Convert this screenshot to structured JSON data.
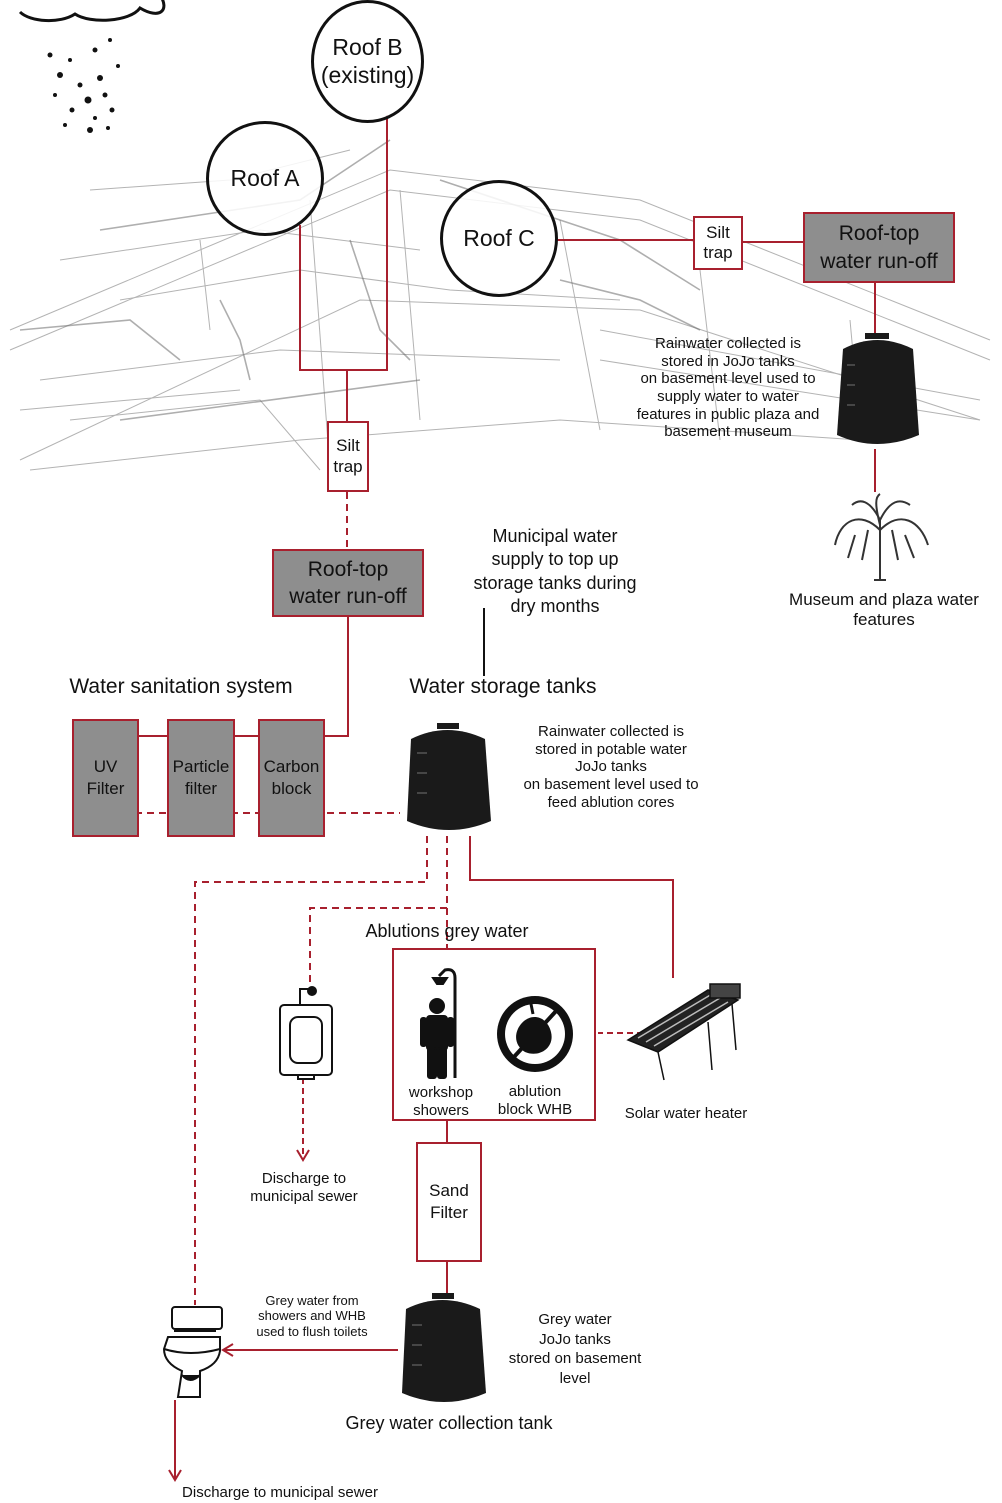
{
  "roofs": {
    "roof_a": "Roof A",
    "roof_b": "Roof B\n(existing)",
    "roof_c": "Roof C"
  },
  "silt_trap": "Silt\ntrap",
  "roof_runoff": "Roof-top\nwater run-off",
  "jojo_plaza_note": "Rainwater collected is\nstored in JoJo tanks\non basement level used to\nsupply water to water\nfeatures in public plaza and\nbasement museum",
  "museum_features": "Museum and plaza water\nfeatures",
  "municipal_topup": "Municipal water\nsupply to top up\nstorage tanks during\ndry months",
  "sanitation_title": "Water sanitation system",
  "storage_title": "Water storage tanks",
  "filters": {
    "uv": "UV\nFilter",
    "particle": "Particle\nfilter",
    "carbon": "Carbon\nblock"
  },
  "potable_note": "Rainwater collected is\nstored in potable water\nJoJo tanks\non basement level used to\nfeed ablution cores",
  "ablutions_title": "Ablutions grey water",
  "workshop_showers": "workshop\nshowers",
  "ablution_whb": "ablution\nblock WHB",
  "solar_heater": "Solar water heater",
  "discharge_sewer_urinal": "Discharge to\nmunicipal sewer",
  "sand_filter": "Sand\nFilter",
  "grey_flush_note": "Grey water from\nshowers and WHB\nused to flush toilets",
  "grey_tanks_note": "Grey water\nJoJo tanks\nstored on basement\nlevel",
  "grey_collection_title": "Grey water collection tank",
  "discharge_sewer_bottom": "Discharge to municipal sewer",
  "colors": {
    "line_red": "#a8202e",
    "box_grey": "#8e8e8e",
    "ink": "#111111"
  }
}
